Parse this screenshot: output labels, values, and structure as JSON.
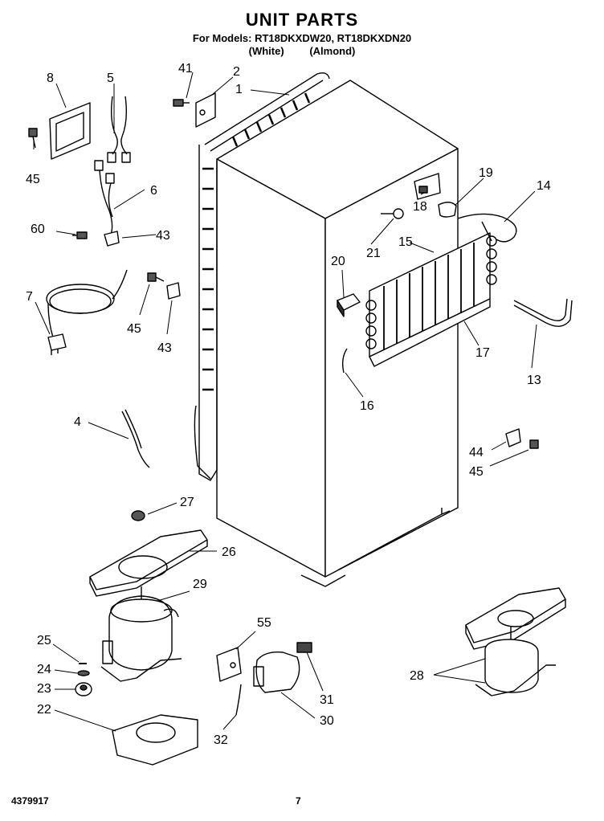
{
  "header": {
    "title": "UNIT PARTS",
    "models": "For Models: RT18DKXDW20, RT18DKXDN20",
    "finish_white": "(White)",
    "finish_almond": "(Almond)"
  },
  "callouts": {
    "c1": "1",
    "c2": "2",
    "c4": "4",
    "c5": "5",
    "c6": "6",
    "c7": "7",
    "c8": "8",
    "c13": "13",
    "c14": "14",
    "c15": "15",
    "c16": "16",
    "c17": "17",
    "c18": "18",
    "c19": "19",
    "c20": "20",
    "c21": "21",
    "c22": "22",
    "c23": "23",
    "c24": "24",
    "c25": "25",
    "c26": "26",
    "c27": "27",
    "c28": "28",
    "c29": "29",
    "c30": "30",
    "c31": "31",
    "c32": "32",
    "c41": "41",
    "c43a": "43",
    "c43b": "43",
    "c44": "44",
    "c45a": "45",
    "c45b": "45",
    "c45c": "45",
    "c55": "55",
    "c60": "60"
  },
  "footer": {
    "doc_number": "4379917",
    "page_number": "7"
  }
}
